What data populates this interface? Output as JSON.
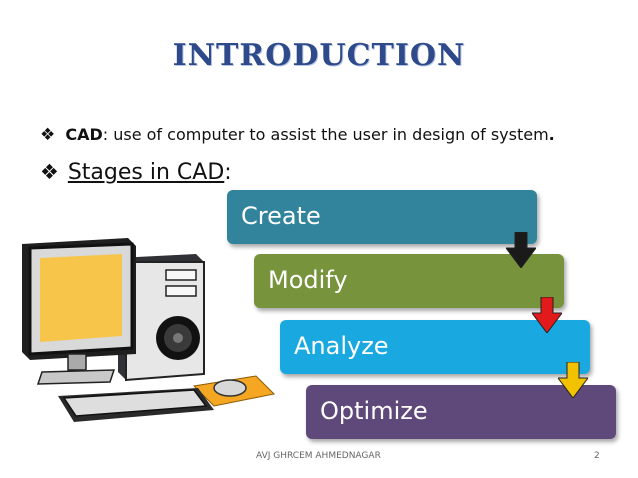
{
  "title": "INTRODUCTION",
  "bullets": {
    "cad_term": "CAD",
    "cad_rest": ": use of computer to assist the user in design of system",
    "cad_period": ".",
    "stages_label": "Stages in CAD",
    "stages_colon": ":"
  },
  "stages": [
    {
      "label": "Create",
      "color": "#31849b"
    },
    {
      "label": "Modify",
      "color": "#77933c"
    },
    {
      "label": "Analyze",
      "color": "#1aa8e0"
    },
    {
      "label": "Optimize",
      "color": "#5f497a"
    }
  ],
  "arrow_colors": [
    "#1a1a1a",
    "#e31a1c",
    "#f2c200"
  ],
  "footer": {
    "text": "AVJ GHRCEM AHMEDNAGAR",
    "page_number": "2"
  }
}
